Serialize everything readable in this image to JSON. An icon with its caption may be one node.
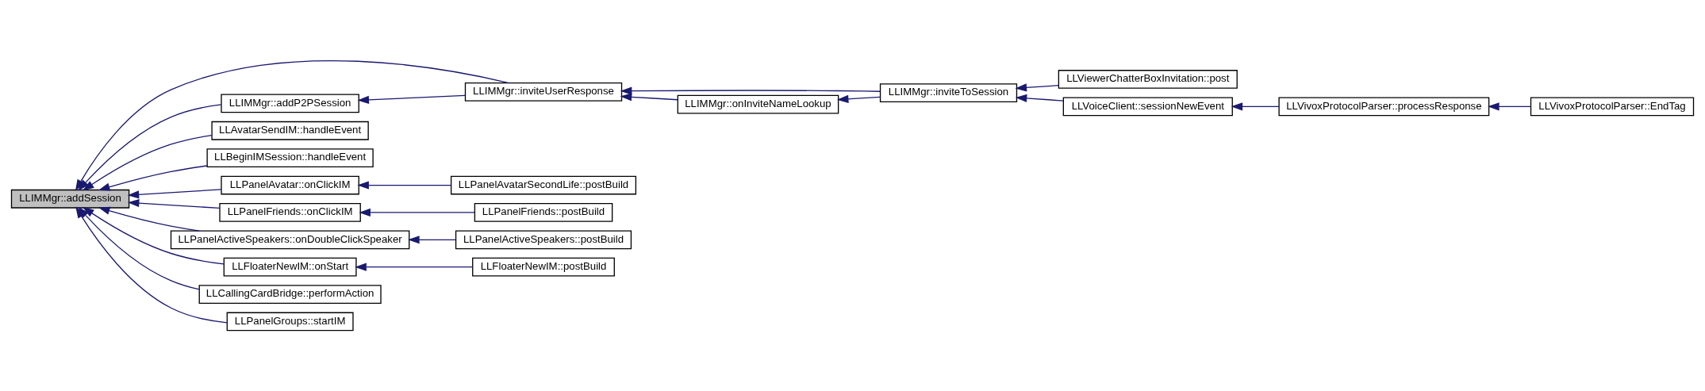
{
  "diagram": {
    "nodes": [
      {
        "text": [
          "LLIMMgr::addSession"
        ]
      },
      {
        "text": [
          "LLIMMgr::addP2PSession"
        ]
      },
      {
        "text": [
          "LLIMMgr::inviteUserResponse"
        ]
      },
      {
        "text": [
          "LLIMMgr::onInviteNameLookup"
        ]
      },
      {
        "text": [
          "LLIMMgr::inviteToSession"
        ]
      },
      {
        "text": [
          "LLViewerChatterBoxInvitation::post"
        ]
      },
      {
        "text": [
          "LLVoiceClient::sessionNewEvent"
        ]
      },
      {
        "text": [
          "LLVivoxProtocolParser::processResponse"
        ]
      },
      {
        "text": [
          "LLVivoxProtocolParser::EndTag"
        ]
      },
      {
        "text": [
          "LLAvatarSendIM::handleEvent"
        ]
      },
      {
        "text": [
          "LLBeginIMSession::handleEvent"
        ]
      },
      {
        "text": [
          "LLPanelAvatar::onClickIM"
        ]
      },
      {
        "text": [
          "LLPanelAvatarSecondLife::postBuild"
        ]
      },
      {
        "text": [
          "LLPanelFriends::onClickIM"
        ]
      },
      {
        "text": [
          "LLPanelFriends::postBuild"
        ]
      },
      {
        "text": [
          "LLPanelActiveSpeakers::onDoubleClickSpeaker"
        ]
      },
      {
        "text": [
          "LLPanelActiveSpeakers::postBuild"
        ]
      },
      {
        "text": [
          "LLFloaterNewIM::onStart"
        ]
      },
      {
        "text": [
          "LLFloaterNewIM::postBuild"
        ]
      },
      {
        "text": [
          "LLCallingCardBridge::performAction"
        ]
      },
      {
        "text": [
          "LLPanelGroups::startIM"
        ]
      }
    ],
    "edges": [
      {
        "from": 1,
        "to": 0,
        "arrow": "to"
      },
      {
        "from": 2,
        "to": 1,
        "arrow": "to"
      },
      {
        "from": 4,
        "to": 2,
        "arrow": "to"
      },
      {
        "from": 5,
        "to": 4,
        "arrow": "to"
      },
      {
        "from": 6,
        "to": 4,
        "arrow": "to"
      },
      {
        "from": 7,
        "to": 6,
        "arrow": "to"
      },
      {
        "from": 8,
        "to": 7,
        "arrow": "to"
      },
      {
        "from": 3,
        "to": 2,
        "arrow": "to"
      },
      {
        "from": 4,
        "to": 3,
        "arrow": "to"
      },
      {
        "from": 2,
        "to": 0,
        "arrow": "to"
      },
      {
        "from": 9,
        "to": 0,
        "arrow": "to"
      },
      {
        "from": 10,
        "to": 0,
        "arrow": "to"
      },
      {
        "from": 11,
        "to": 0,
        "arrow": "to"
      },
      {
        "from": 12,
        "to": 11,
        "arrow": "to"
      },
      {
        "from": 13,
        "to": 0,
        "arrow": "to"
      },
      {
        "from": 14,
        "to": 13,
        "arrow": "to"
      },
      {
        "from": 15,
        "to": 0,
        "arrow": "to"
      },
      {
        "from": 16,
        "to": 15,
        "arrow": "to"
      },
      {
        "from": 17,
        "to": 0,
        "arrow": "to"
      },
      {
        "from": 18,
        "to": 17,
        "arrow": "to"
      },
      {
        "from": 19,
        "to": 0,
        "arrow": "to"
      },
      {
        "from": 20,
        "to": 0,
        "arrow": "to"
      }
    ]
  }
}
